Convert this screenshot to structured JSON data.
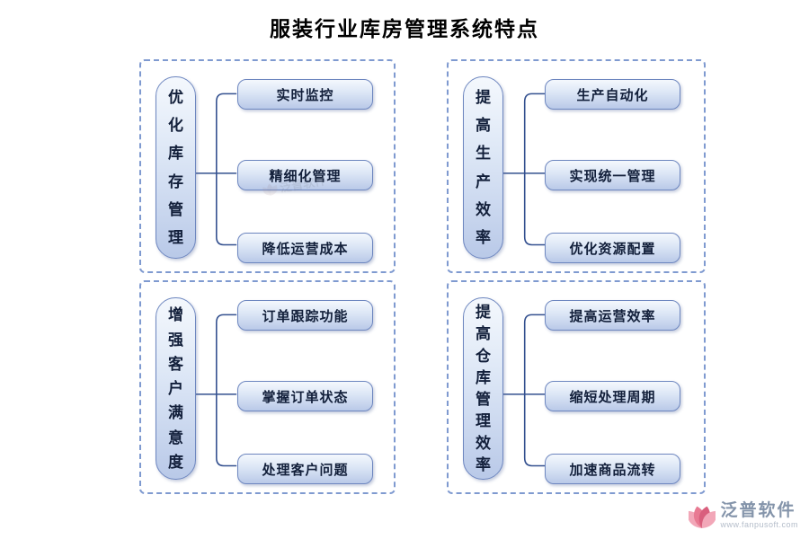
{
  "title": "服装行业库房管理系统特点",
  "groups": [
    {
      "label": "优化库存管理",
      "items": [
        "实时监控",
        "精细化管理",
        "降低运营成本"
      ]
    },
    {
      "label": "提高生产效率",
      "items": [
        "生产自动化",
        "实现统一管理",
        "优化资源配置"
      ]
    },
    {
      "label": "增强客户满意度",
      "items": [
        "订单跟踪功能",
        "掌握订单状态",
        "处理客户问题"
      ]
    },
    {
      "label": "提高仓库管理效率",
      "items": [
        "提高运营效率",
        "缩短处理周期",
        "加速商品流转"
      ]
    }
  ],
  "logo": {
    "name": "泛普软件",
    "url": "www.fanpusoft.com"
  },
  "colors": {
    "dashed_border": "#7f9ad0",
    "pill_border": "#6d86bf",
    "pill_fill_top": "#f4f8fd",
    "pill_fill_bottom": "#b9c9e8",
    "connector": "#33508f",
    "text": "#121f3a",
    "logo_pink": "#e87a92"
  }
}
